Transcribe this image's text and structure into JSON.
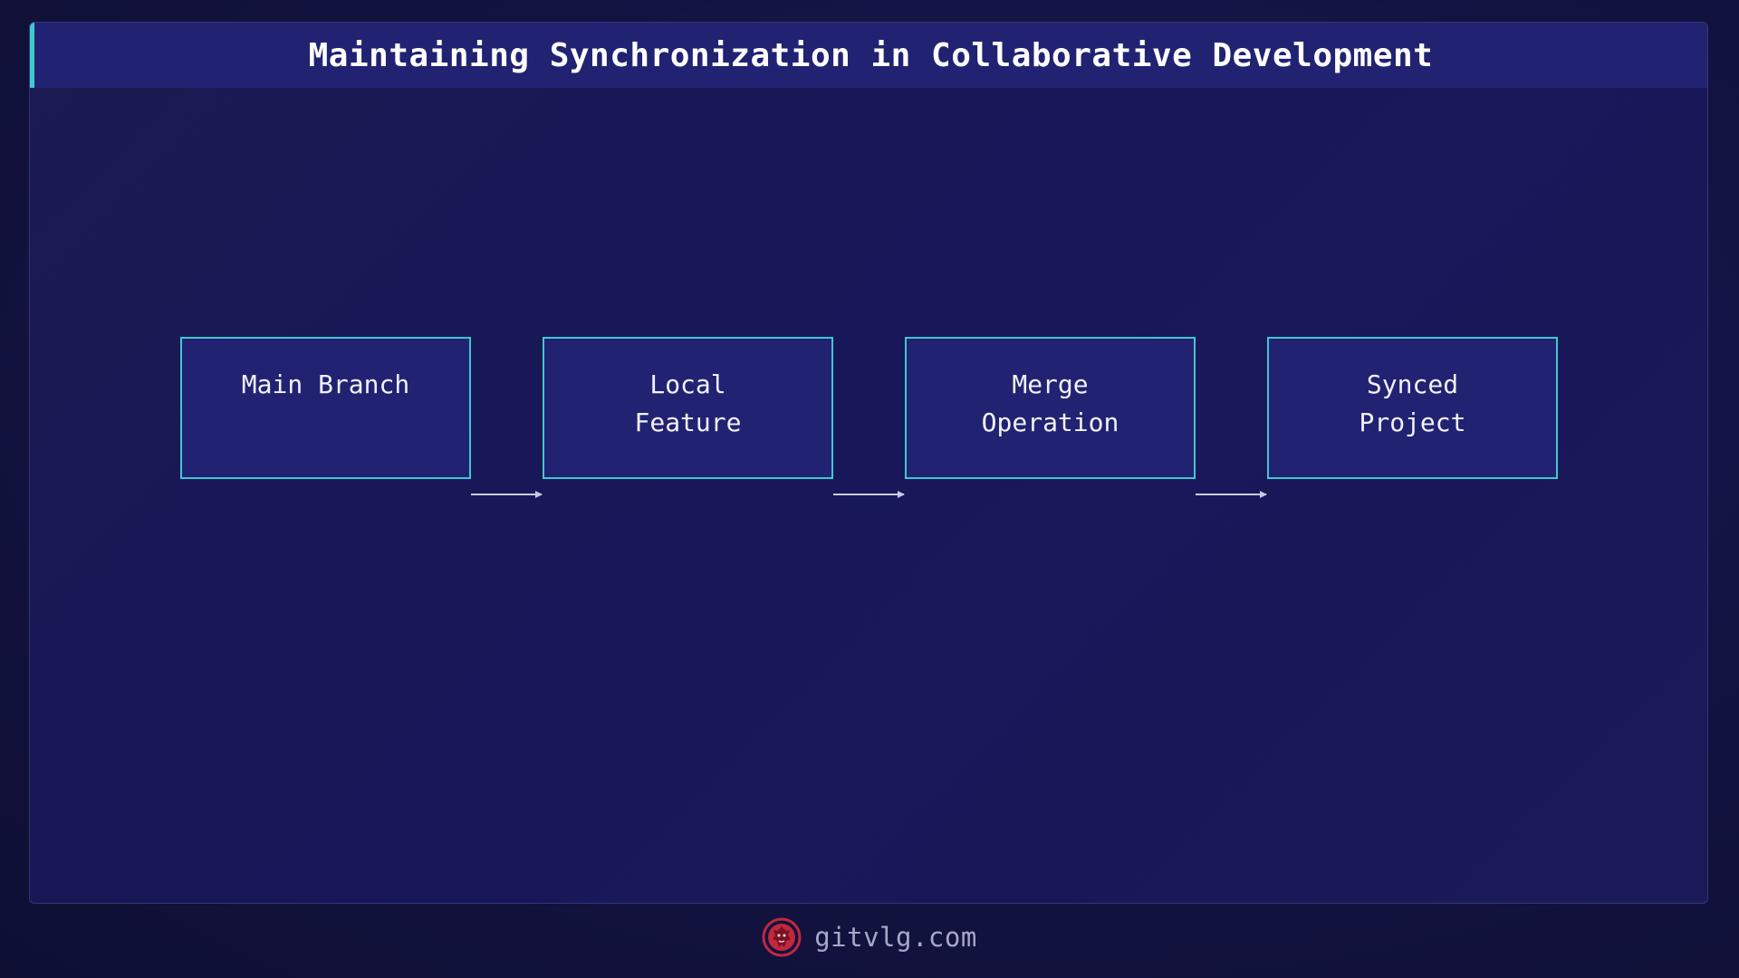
{
  "title": "Maintaining Synchronization in Collaborative Development",
  "nodes": [
    {
      "label": "Main Branch"
    },
    {
      "label": "Local\nFeature"
    },
    {
      "label": "Merge\nOperation"
    },
    {
      "label": "Synced\nProject"
    }
  ],
  "edges": [
    {
      "from": 0,
      "to": 1
    },
    {
      "from": 1,
      "to": 2
    },
    {
      "from": 2,
      "to": 3
    }
  ],
  "footer": {
    "text": "gitvlg.com",
    "logo_icon": "lion-head-icon"
  },
  "colors": {
    "accent": "#3fc9cf",
    "node_fill": "#222273",
    "background": "#17175a",
    "logo": "#c0283e"
  }
}
